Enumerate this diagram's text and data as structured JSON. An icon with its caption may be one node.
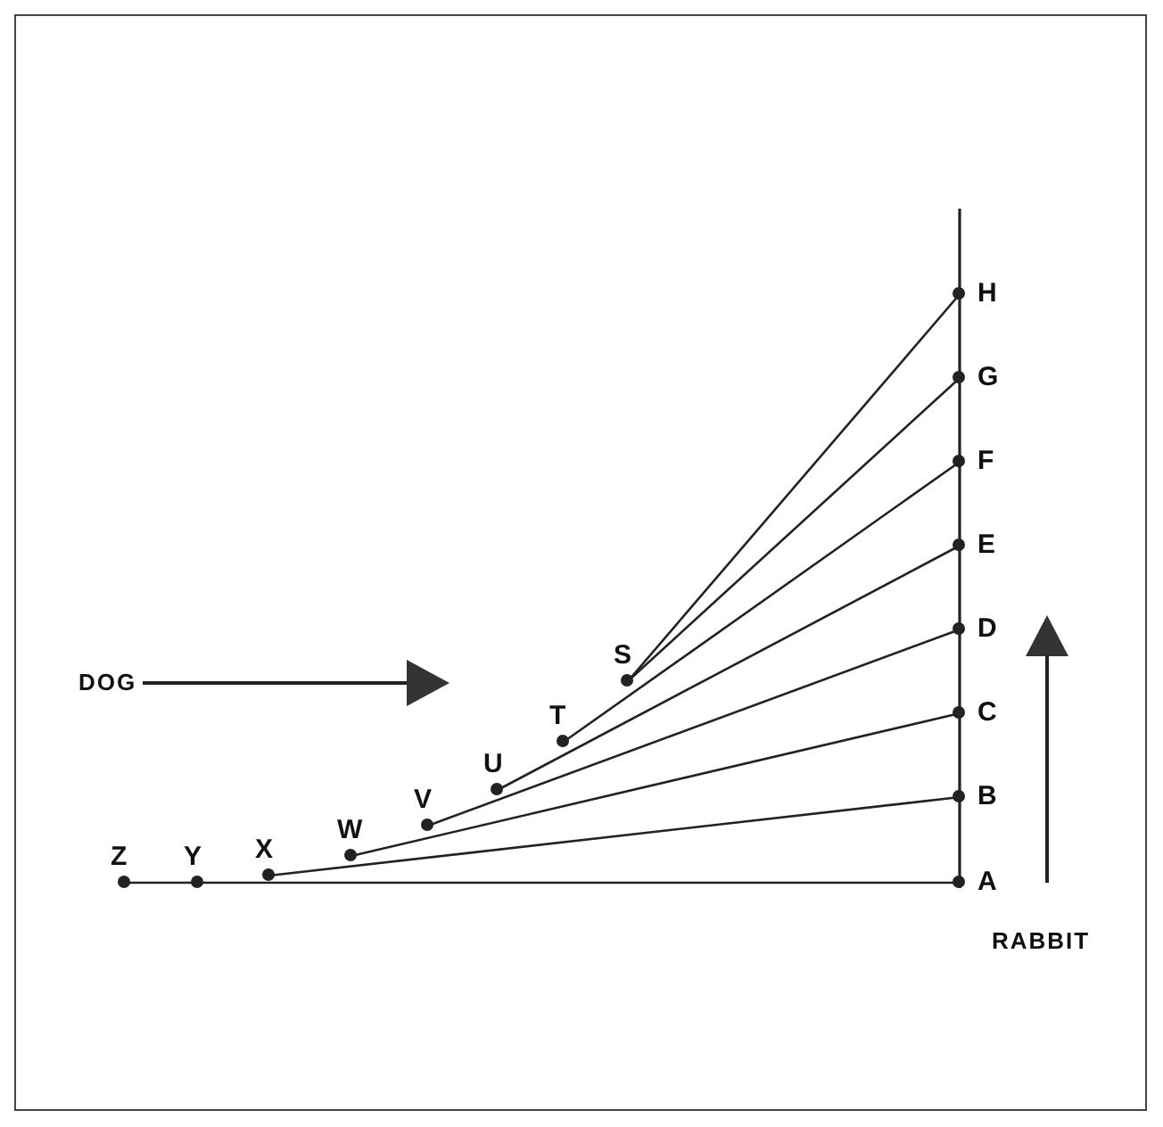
{
  "diagram": {
    "nodes": [
      {
        "text": [
          "Z"
        ]
      },
      {
        "text": [
          "Y"
        ]
      },
      {
        "text": [
          "X"
        ]
      },
      {
        "text": [
          "W"
        ]
      },
      {
        "text": [
          "V"
        ]
      },
      {
        "text": [
          "U"
        ]
      },
      {
        "text": [
          "T"
        ]
      },
      {
        "text": [
          "S"
        ]
      },
      {
        "text": [
          "A"
        ]
      },
      {
        "text": [
          "B"
        ]
      },
      {
        "text": [
          "C"
        ]
      },
      {
        "text": [
          "D"
        ]
      },
      {
        "text": [
          "E"
        ]
      },
      {
        "text": [
          "F"
        ]
      },
      {
        "text": [
          "G"
        ]
      },
      {
        "text": [
          "H"
        ]
      }
    ],
    "edges": [
      {
        "from": 0,
        "to": 8,
        "arrow": "none"
      },
      {
        "from": 2,
        "to": 9,
        "arrow": "none"
      },
      {
        "from": 3,
        "to": 10,
        "arrow": "none"
      },
      {
        "from": 4,
        "to": 11,
        "arrow": "none"
      },
      {
        "from": 5,
        "to": 12,
        "arrow": "none"
      },
      {
        "from": 6,
        "to": 13,
        "arrow": "none"
      },
      {
        "from": 7,
        "to": 14,
        "arrow": "none"
      },
      {
        "from": 7,
        "to": 15,
        "arrow": "none"
      }
    ],
    "labels": [
      "DOG",
      "RABBIT"
    ]
  }
}
